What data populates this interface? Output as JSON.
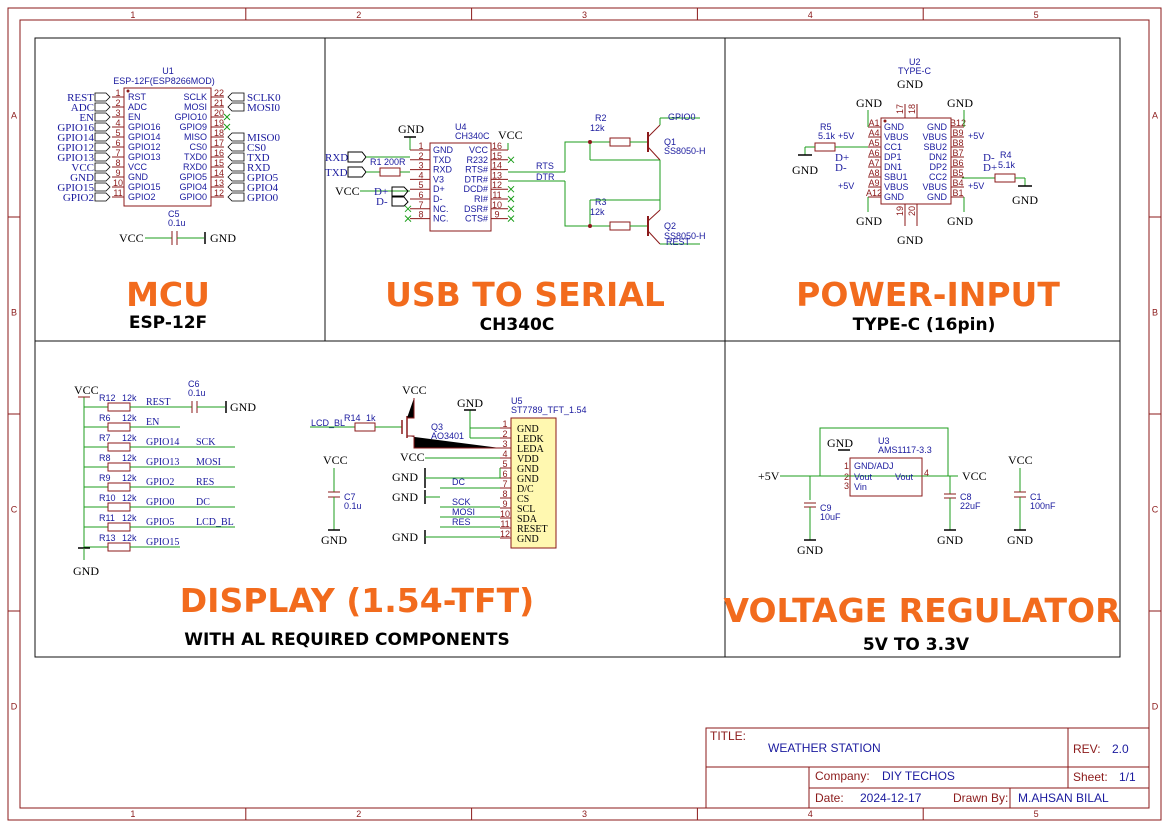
{
  "ruler": {
    "columns": [
      "1",
      "2",
      "3",
      "4",
      "5"
    ],
    "rows": [
      "A",
      "B",
      "C",
      "D"
    ]
  },
  "sections": {
    "mcu": {
      "title": "MCU",
      "subtitle": "ESP-12F"
    },
    "usb": {
      "title": "USB TO SERIAL",
      "subtitle": "CH340C"
    },
    "power": {
      "title": "POWER-INPUT",
      "subtitle": "TYPE-C (16pin)"
    },
    "display": {
      "title": "DISPLAY (1.54-TFT)",
      "subtitle": "WITH AL REQUIRED COMPONENTS"
    },
    "regulator": {
      "title": "VOLTAGE REGULATOR",
      "subtitle": "5V TO 3.3V"
    }
  },
  "mcu": {
    "ref": "U1",
    "part": "ESP-12F(ESP8266MOD)",
    "left_nets": [
      "REST",
      "ADC",
      "EN",
      "GPIO16",
      "GPIO14",
      "GPIO12",
      "GPIO13",
      "VCC",
      "GND",
      "GPIO15",
      "GPIO2"
    ],
    "left_pins": [
      "RST",
      "ADC",
      "EN",
      "GPIO16",
      "GPIO14",
      "GPIO12",
      "GPIO13",
      "VCC",
      "GND",
      "GPIO15",
      "GPIO2"
    ],
    "left_nums": [
      "1",
      "2",
      "3",
      "4",
      "5",
      "6",
      "7",
      "8",
      "9",
      "10",
      "11"
    ],
    "right_pins": [
      "SCLK",
      "MOSI",
      "GPIO10",
      "GPIO9",
      "MISO",
      "CS0",
      "TXD0",
      "RXD0",
      "GPIO5",
      "GPIO4",
      "GPIO0"
    ],
    "right_nums": [
      "22",
      "21",
      "20",
      "19",
      "18",
      "17",
      "16",
      "15",
      "14",
      "13",
      "12"
    ],
    "right_nets": [
      "SCLK0",
      "MOSI0",
      "",
      "",
      "MISO0",
      "CS0",
      "TXD",
      "RXD",
      "GPIO5",
      "GPIO4",
      "GPIO0"
    ],
    "cap_ref": "C5",
    "cap_val": "0.1u",
    "cap_left": "VCC",
    "cap_right": "GND"
  },
  "usb": {
    "ref": "U4",
    "part": "CH340C",
    "left_pins": [
      "GND",
      "TXD",
      "RXD",
      "V3",
      "D+",
      "D-",
      "NC.",
      "NC."
    ],
    "left_nums": [
      "1",
      "2",
      "3",
      "4",
      "5",
      "6",
      "7",
      "8"
    ],
    "right_pins": [
      "VCC",
      "R232",
      "RTS#",
      "DTR#",
      "DCD#",
      "RI#",
      "DSR#",
      "CTS#"
    ],
    "right_nums": [
      "16",
      "15",
      "14",
      "13",
      "12",
      "11",
      "10",
      "9"
    ],
    "gnd": "GND",
    "vcc": "VCC",
    "rxd": "RXD",
    "txd": "TXD",
    "vcc_left": "VCC",
    "dp": "D+",
    "dm": "D-",
    "r1": "R1",
    "r1_val": "200R",
    "rts": "RTS",
    "dtr": "DTR",
    "r2": "R2",
    "r2_val": "12k",
    "r3": "R3",
    "r3_val": "12k",
    "q1": "Q1",
    "q1_part": "SS8050-H",
    "q2": "Q2",
    "q2_part": "SS8050-H",
    "gpio0": "GPIO0",
    "rest": "REST"
  },
  "power": {
    "ref": "U2",
    "part": "TYPE-C",
    "gnd": "GND",
    "left_pins": [
      "GND",
      "VBUS",
      "CC1",
      "DP1",
      "DN1",
      "SBU1",
      "VBUS",
      "GND"
    ],
    "left_nums": [
      "A1",
      "A4",
      "A5",
      "A6",
      "A7",
      "A8",
      "A9",
      "A12"
    ],
    "right_pins": [
      "GND",
      "VBUS",
      "SBU2",
      "DN2",
      "DP2",
      "CC2",
      "VBUS",
      "GND"
    ],
    "right_nums": [
      "B12",
      "B9",
      "B8",
      "B7",
      "B6",
      "B5",
      "B4",
      "B1"
    ],
    "top_nums": [
      "17",
      "18"
    ],
    "bot_nums": [
      "19",
      "20"
    ],
    "r5": "R5",
    "r5_val": "5.1k",
    "r4": "R4",
    "r4_val": "5.1k",
    "p5v": "+5V",
    "dp": "D+",
    "dm": "D-"
  },
  "display": {
    "vcc": "VCC",
    "gnd": "GND",
    "resistors": [
      {
        "ref": "R12",
        "val": "12k",
        "net": "REST",
        "right": ""
      },
      {
        "ref": "R6",
        "val": "12k",
        "net": "EN",
        "right": ""
      },
      {
        "ref": "R7",
        "val": "12k",
        "net": "GPIO14",
        "right": "SCK"
      },
      {
        "ref": "R8",
        "val": "12k",
        "net": "GPIO13",
        "right": "MOSI"
      },
      {
        "ref": "R9",
        "val": "12k",
        "net": "GPIO2",
        "right": "RES"
      },
      {
        "ref": "R10",
        "val": "12k",
        "net": "GPIO0",
        "right": "DC"
      },
      {
        "ref": "R11",
        "val": "12k",
        "net": "GPIO5",
        "right": "LCD_BL"
      },
      {
        "ref": "R13",
        "val": "12k",
        "net": "GPIO15",
        "right": ""
      }
    ],
    "c6": "C6",
    "c6_val": "0.1u",
    "c7": "C7",
    "c7_val": "0.1u",
    "r14": "R14",
    "r14_val": "1k",
    "lcd_bl": "LCD_BL",
    "q3": "Q3",
    "q3_part": "AO3401",
    "u5": "U5",
    "u5_part": "ST7789_TFT_1.54",
    "tft_pins": [
      "GND",
      "LEDK",
      "LEDA",
      "VDD",
      "GND",
      "GND",
      "D/C",
      "CS",
      "SCL",
      "SDA",
      "RESET",
      "GND"
    ],
    "tft_nums": [
      "1",
      "2",
      "3",
      "4",
      "5",
      "6",
      "7",
      "8",
      "9",
      "10",
      "11",
      "12"
    ],
    "dc": "DC",
    "sck": "SCK",
    "mosi": "MOSI",
    "res": "RES"
  },
  "regulator": {
    "ref": "U3",
    "part": "AMS1117-3.3",
    "pin1": "GND/ADJ",
    "pin2": "Vout",
    "pin3": "Vin",
    "pin4": "Vout",
    "n1": "1",
    "n2": "2",
    "n3": "3",
    "n4": "4",
    "gnd": "GND",
    "vcc": "VCC",
    "p5v": "+5V",
    "c9": "C9",
    "c9_val": "10uF",
    "c8": "C8",
    "c8_val": "22uF",
    "c1": "C1",
    "c1_val": "100nF"
  },
  "title_block": {
    "title_label": "TITLE:",
    "title": "WEATHER STATION",
    "rev_label": "REV:",
    "rev": "2.0",
    "company_label": "Company:",
    "company": "DIY TECHOS",
    "sheet_label": "Sheet:",
    "sheet": "1/1",
    "date_label": "Date:",
    "date": "2024-12-17",
    "drawn_label": "Drawn By:",
    "drawn": "M.AHSAN BILAL"
  }
}
